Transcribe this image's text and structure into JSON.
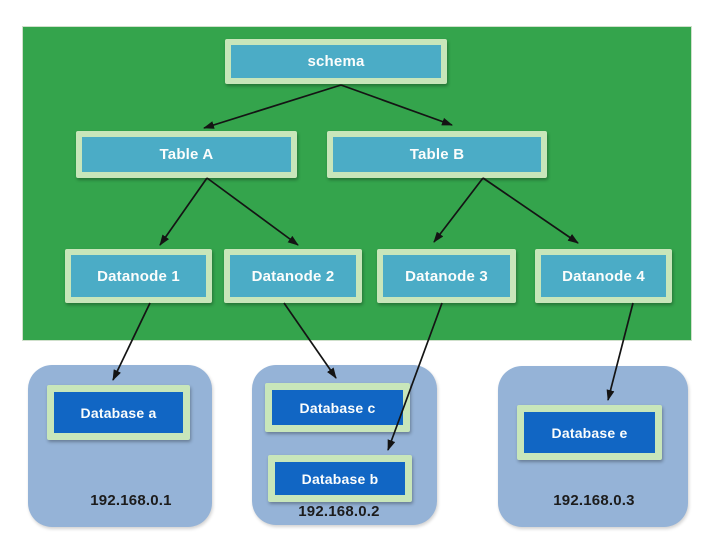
{
  "colors": {
    "cluster_panel_green": "#34A44C",
    "node_fill_teal": "#4BACC6",
    "node_border_light_green": "#C8E6BA",
    "database_fill_blue": "#1166C4",
    "host_fill_blue": "#95B3D7",
    "arrow_black": "#141414"
  },
  "nodes": {
    "schema": {
      "label": "schema"
    },
    "table_a": {
      "label": "Table A"
    },
    "table_b": {
      "label": "Table B"
    },
    "datanode_1": {
      "label": "Datanode 1"
    },
    "datanode_2": {
      "label": "Datanode 2"
    },
    "datanode_3": {
      "label": "Datanode 3"
    },
    "datanode_4": {
      "label": "Datanode 4"
    },
    "database_a": {
      "label": "Database a"
    },
    "database_b": {
      "label": "Database b"
    },
    "database_c": {
      "label": "Database c"
    },
    "database_e": {
      "label": "Database e"
    }
  },
  "hosts": [
    {
      "ip": "192.168.0.1",
      "databases": [
        "database_a"
      ]
    },
    {
      "ip": "192.168.0.2",
      "databases": [
        "database_c",
        "database_b"
      ]
    },
    {
      "ip": "192.168.0.3",
      "databases": [
        "database_e"
      ]
    }
  ],
  "edges": [
    {
      "from": "schema",
      "to": "table_a"
    },
    {
      "from": "schema",
      "to": "table_b"
    },
    {
      "from": "table_a",
      "to": "datanode_1"
    },
    {
      "from": "table_a",
      "to": "datanode_2"
    },
    {
      "from": "table_b",
      "to": "datanode_3"
    },
    {
      "from": "table_b",
      "to": "datanode_4"
    },
    {
      "from": "datanode_1",
      "to": "database_a"
    },
    {
      "from": "datanode_2",
      "to": "database_c"
    },
    {
      "from": "datanode_3",
      "to": "database_b"
    },
    {
      "from": "datanode_4",
      "to": "database_e"
    }
  ]
}
